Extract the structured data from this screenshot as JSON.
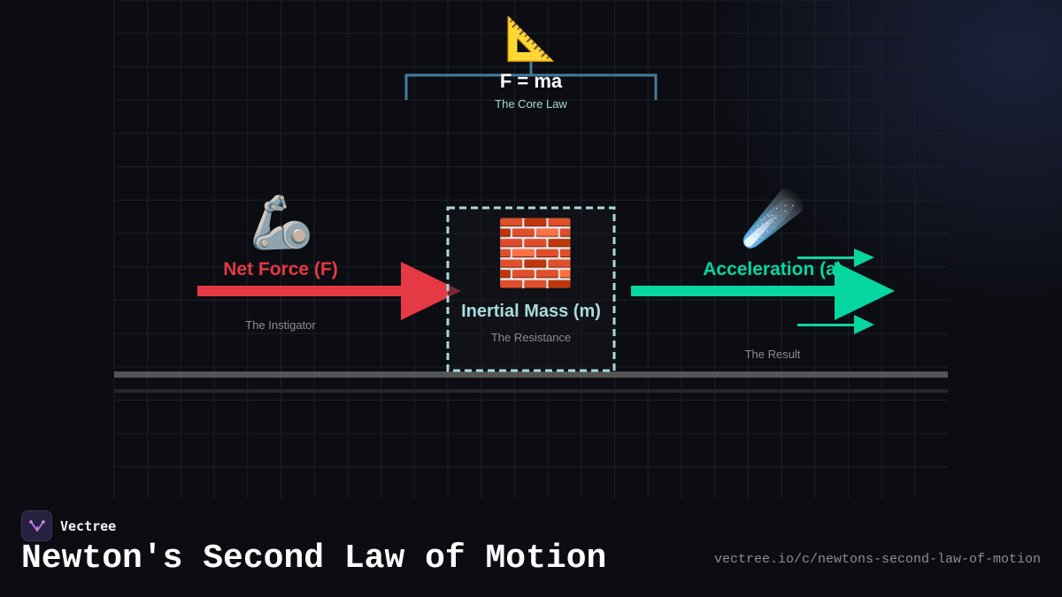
{
  "law": {
    "formula": "F = ma",
    "caption": "The Core Law",
    "icon": "triangular-ruler-icon"
  },
  "force": {
    "label": "Net Force (F)",
    "caption": "The Instigator",
    "icon": "mechanical-arm-icon",
    "color": "#e53945"
  },
  "mass": {
    "label": "Inertial Mass (m)",
    "caption": "The Resistance",
    "icon": "brick-icon",
    "color": "#a8dadc"
  },
  "acceleration": {
    "label": "Acceleration (a)",
    "caption": "The Result",
    "icon": "comet-icon",
    "color": "#06d6a0"
  },
  "brand": {
    "name": "Vectree"
  },
  "page": {
    "title": "Newton's Second Law of Motion",
    "url": "vectree.io/c/newtons-second-law-of-motion"
  },
  "colors": {
    "background": "#0c0d12",
    "grid": "#1f2128",
    "bracket": "#457b9d",
    "ground": "#555555",
    "text_muted": "#8a8d95"
  }
}
